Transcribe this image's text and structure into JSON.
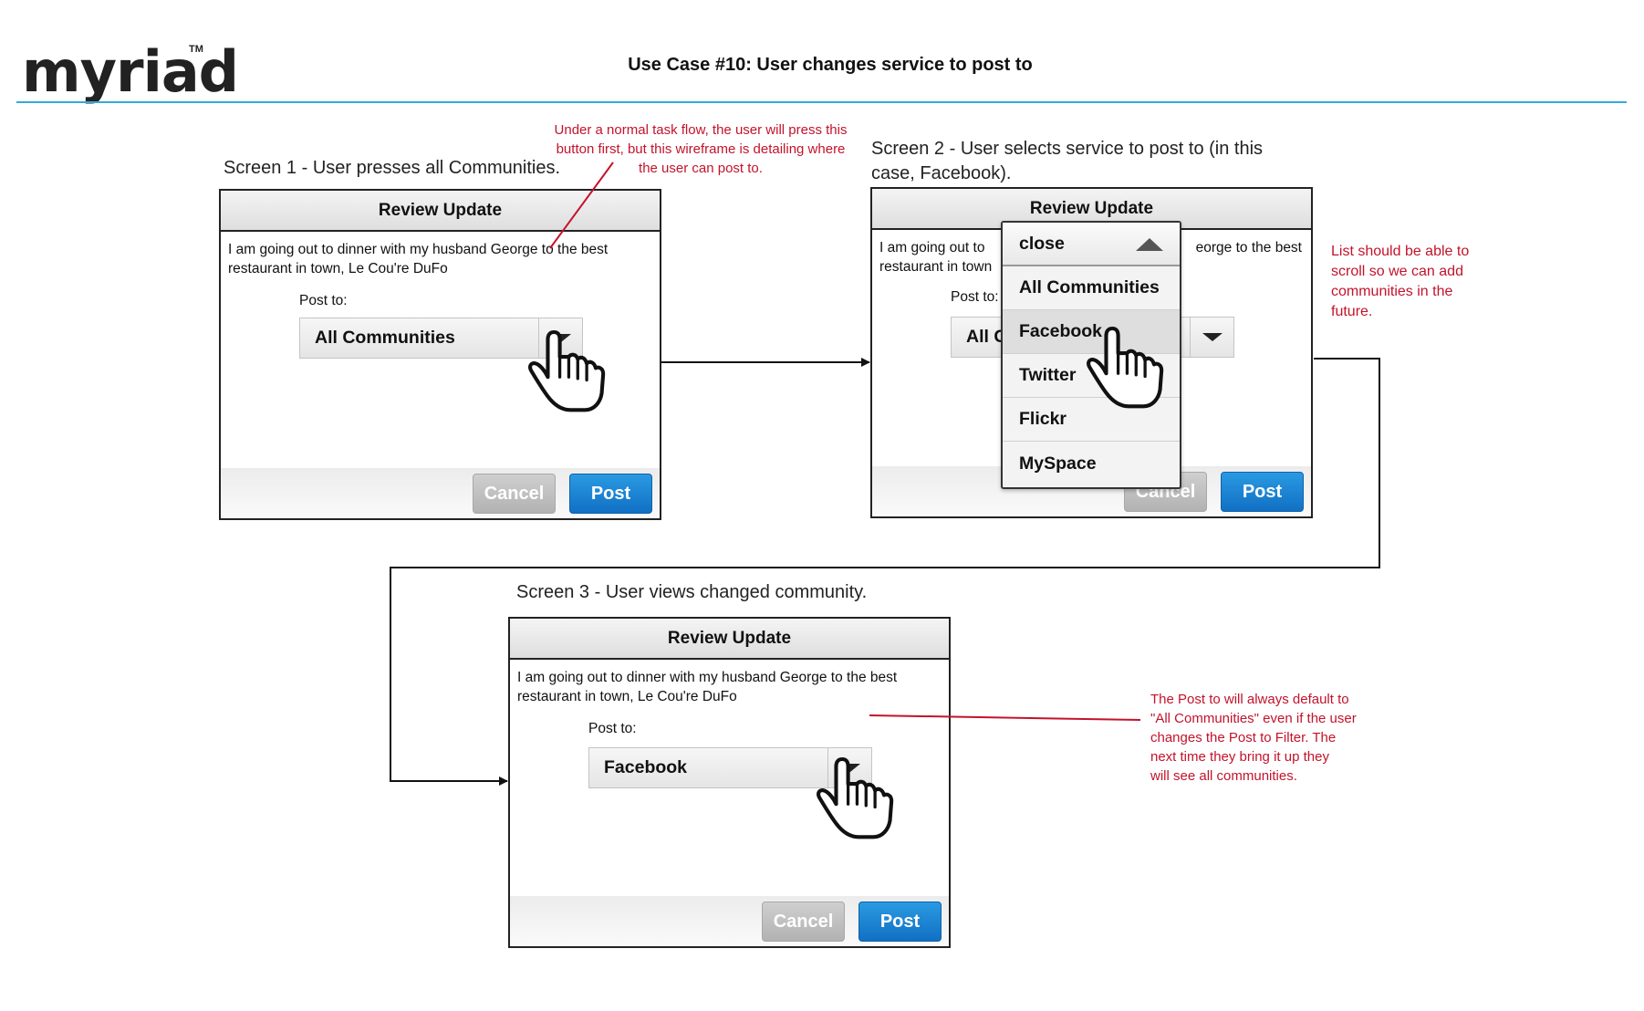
{
  "header": {
    "logo_text": "myriad",
    "logo_tm": "TM",
    "title": "Use Case #10: User changes service to post to"
  },
  "colors": {
    "rule": "#35a9d9",
    "annotation": "#c3132b",
    "post_button": "#1a84d4",
    "cancel_button": "#bdbdbd"
  },
  "screen1": {
    "caption": "Screen 1 - User presses all Communities.",
    "header_title": "Review Update",
    "message_line1": "I am going out to dinner with my husband George to the best",
    "message_line2": "restaurant in town, Le Cou're DuFo",
    "post_to_label": "Post to:",
    "selected_service": "All Communities",
    "cancel_label": "Cancel",
    "post_label": "Post",
    "note_line1": "Under a normal task flow, the user will press this",
    "note_line2": "button first, but this wireframe is detailing where",
    "note_line3": "the user can post to."
  },
  "screen2": {
    "caption_line1": "Screen 2 - User selects service to post to (in this",
    "caption_line2": "case, Facebook).",
    "header_title": "Review Update",
    "message_line1_left": "I am going out to",
    "message_line1_right": "eorge to the best",
    "message_line2_left": "restaurant in town",
    "post_to_label": "Post to:",
    "selected_service_partial": "All C",
    "cancel_label": "Cancel",
    "post_label": "Post",
    "menu": {
      "close_label": "close",
      "items": [
        "All Communities",
        "Facebook",
        "Twitter",
        "Flickr",
        "MySpace"
      ],
      "selected": "Facebook"
    },
    "note_line1": "List should be able to",
    "note_line2": "scroll so we can add",
    "note_line3": "communities in the",
    "note_line4": "future."
  },
  "screen3": {
    "caption": "Screen 3 - User views changed community.",
    "header_title": "Review Update",
    "message_line1": "I am going out to dinner with my husband George to the best",
    "message_line2": "restaurant in town, Le Cou're DuFo",
    "post_to_label": "Post to:",
    "selected_service": "Facebook",
    "cancel_label": "Cancel",
    "post_label": "Post",
    "note_line1": "The Post to will always default to",
    "note_line2": "\"All Communities\" even if the user",
    "note_line3": "changes the Post to Filter. The",
    "note_line4": "next time they bring it up they",
    "note_line5": "will see all communities."
  }
}
